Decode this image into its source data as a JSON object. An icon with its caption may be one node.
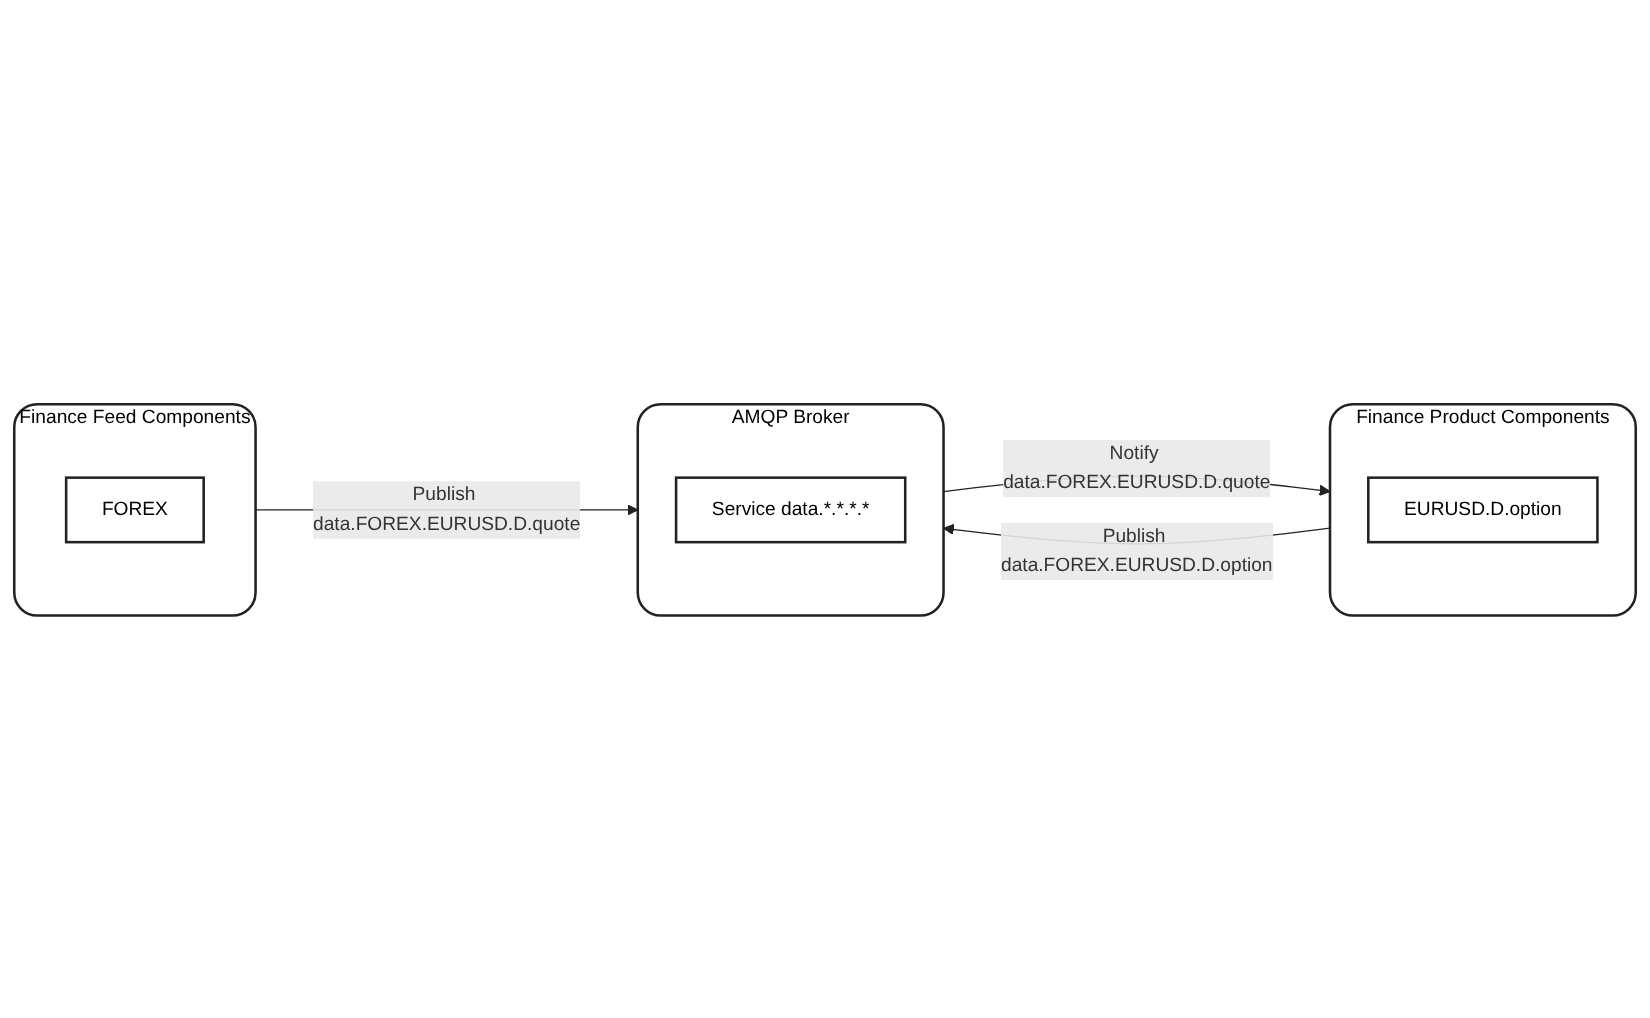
{
  "diagram": {
    "nodes": [
      {
        "text": [
          "Finance Feed Components"
        ]
      },
      {
        "text": [
          "FOREX"
        ],
        "in": 0
      },
      {
        "text": [
          "Finance Product Components"
        ]
      },
      {
        "text": [
          "EURUSD.D.option"
        ],
        "in": 2
      },
      {
        "text": [
          "AMQP Broker"
        ]
      },
      {
        "text": [
          "Service data.*.*.*.*"
        ],
        "in": 4
      }
    ],
    "edges": [
      {
        "from": 0,
        "to": 4,
        "arrow": "to",
        "label": "Publish data.FOREX.EURUSD.D.quote"
      },
      {
        "from": 4,
        "to": 2,
        "arrow": "to",
        "label": "Notify data.FOREX.EURUSD.D.quote"
      },
      {
        "from": 2,
        "to": 4,
        "arrow": "to",
        "label": "Publish data.FOREX.EURUSD.D.option"
      }
    ]
  }
}
